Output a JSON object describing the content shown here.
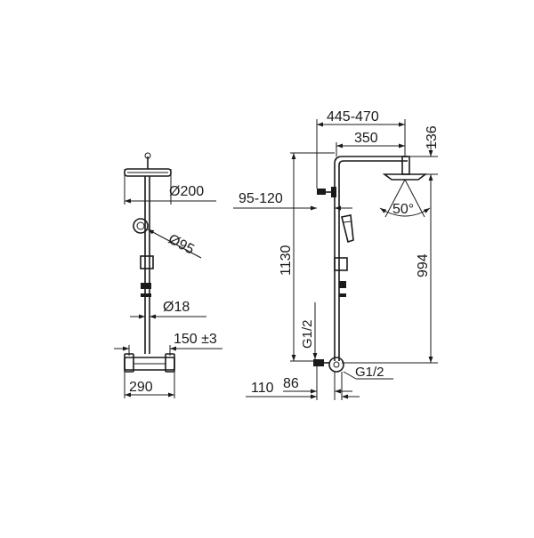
{
  "front_view": {
    "head_diameter": "Ø200",
    "handshower_diameter": "Ø95",
    "pipe_diameter": "Ø18",
    "spacing": "150 ±3",
    "mixer_width": "290"
  },
  "side_view": {
    "reach_range": "445-470",
    "arm_length": "350",
    "head_height": "136",
    "bracket_offset": "95-120",
    "total_height": "1130",
    "head_to_inlet": "994",
    "spray_angle": "50°",
    "inlet_thread_vertical": "G1/2",
    "inlet_thread_horizontal": "G1/2",
    "wall_distance": "110",
    "inlet_offset": "86"
  }
}
